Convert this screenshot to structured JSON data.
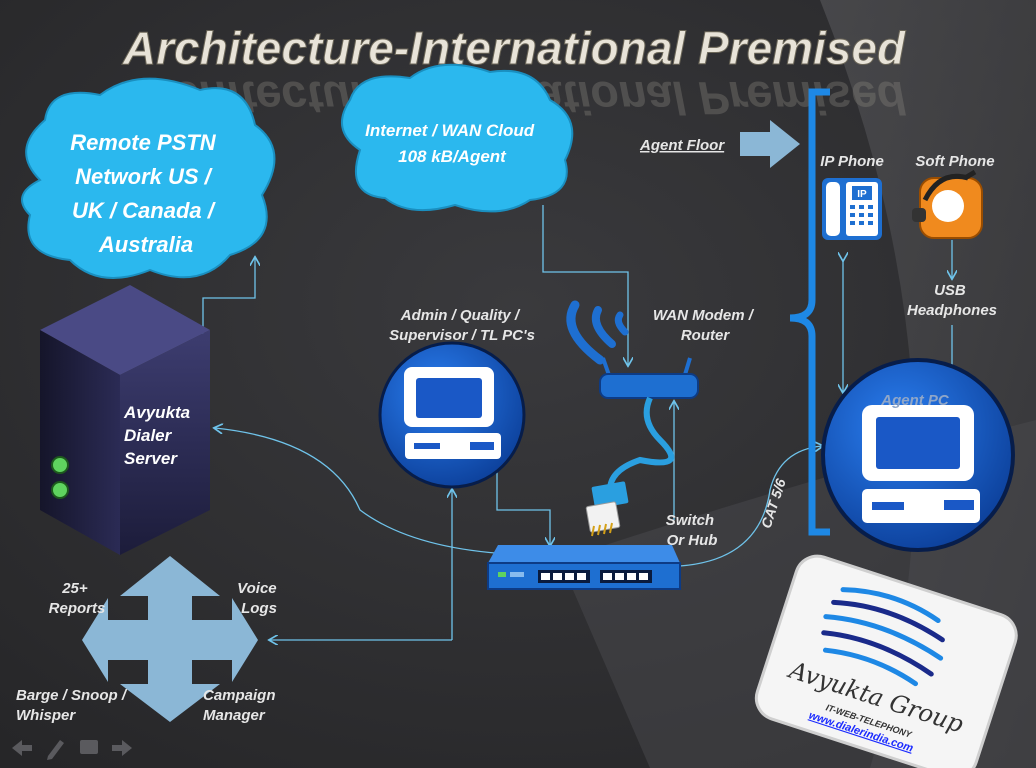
{
  "title": "Architecture-International Premised",
  "clouds": {
    "pstn": [
      "Remote PSTN",
      "Network US /",
      "UK / Canada /",
      "Australia"
    ],
    "internet": [
      "Internet / WAN Cloud",
      "108 kB/Agent"
    ]
  },
  "server": [
    "Avyukta",
    "Dialer",
    "Server"
  ],
  "admin_pc_label": [
    "Admin / Quality /",
    "Supervisor / TL PC's"
  ],
  "router_label": [
    "WAN Modem /",
    "Router"
  ],
  "switch_label": [
    "Switch",
    "Or Hub"
  ],
  "cat_label": "CAT 5/6",
  "agent_floor_label": "Agent Floor",
  "ip_phone_label": "IP Phone",
  "soft_phone_label": "Soft Phone",
  "usb_label": [
    "USB",
    "Headphones"
  ],
  "agent_pc_label": "Agent PC",
  "features": {
    "reports": [
      "25+",
      "Reports"
    ],
    "voice_logs": [
      "Voice",
      "Logs"
    ],
    "barge": [
      "Barge / Snoop /",
      "Whisper"
    ],
    "campaign": [
      "Campaign",
      "Manager"
    ]
  },
  "logo": {
    "name": "Avyukta Group",
    "tagline": "IT-WEB-TELEPHONY",
    "url": "www.dialerindia.com"
  },
  "nav_icons": [
    "back-arrow-icon",
    "pen-icon",
    "slides-icon",
    "forward-arrow-icon"
  ],
  "colors": {
    "cloud": "#2bb8ee",
    "accent_blue": "#1e6fd1",
    "arrow": "#8bb7d6",
    "text_light": "#e6e6e6"
  }
}
